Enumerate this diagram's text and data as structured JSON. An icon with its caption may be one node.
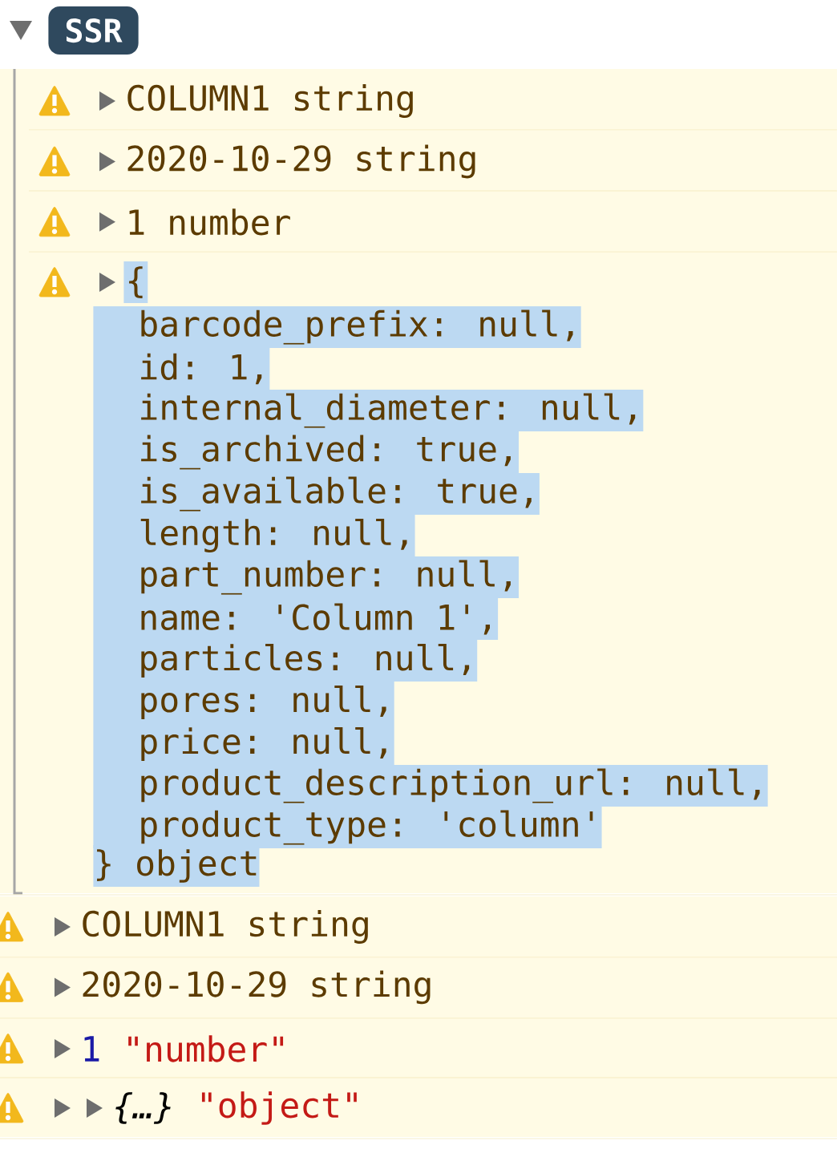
{
  "diagram": {
    "labels": [
      "SSR",
      "COLUMN1 string",
      "2020-10-29 string",
      "1 number",
      "{",
      "barcode_prefix: null,",
      "id: 1,",
      "internal_diameter: null,",
      "is_archived: true,",
      "is_available: true,",
      "length: null,",
      "part_number: null,",
      "name: 'Column 1',",
      "particles: null,",
      "pores: null,",
      "price: null,",
      "product_description_url: null,",
      "product_type: 'column'",
      "} object",
      "COLUMN1 string",
      "2020-10-29 string",
      "1",
      "\"number\"",
      "{…}",
      "\"object\""
    ]
  }
}
